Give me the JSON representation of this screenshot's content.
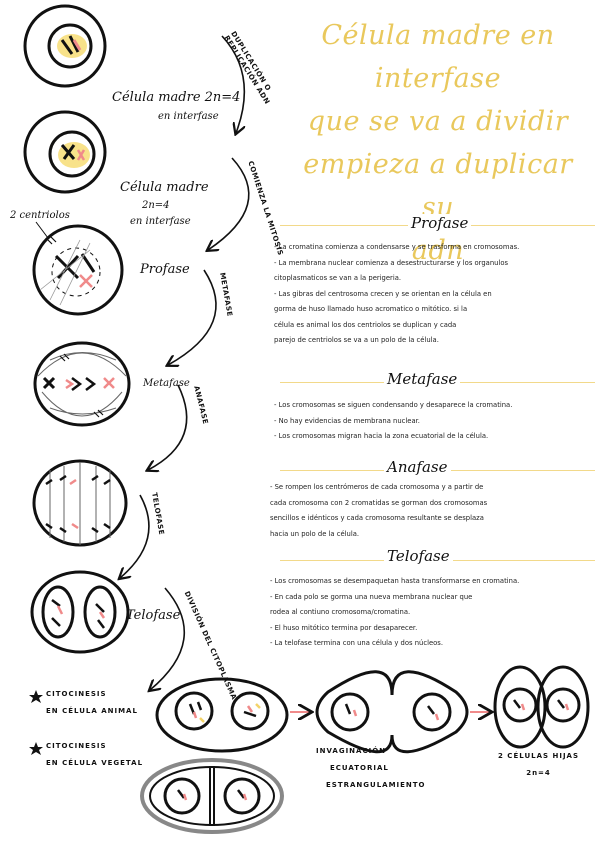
{
  "title": {
    "lines": [
      "Célula madre en interfase",
      "que se va a dividir",
      "empieza a duplicar su",
      "adn"
    ],
    "color": "#e9c85c"
  },
  "labels": {
    "cell1": "Célula madre 2n=4",
    "cell1_sub": "en interfase",
    "cell2": "Célula madre",
    "cell2_n": "2n=4",
    "cell2_sub": "en interfase",
    "centriolos": "2 centriolos",
    "prof": "Profase",
    "meta": "Metafase",
    "tel": "Telofase",
    "arrow1": "DUPLICACIÓN O REPLICACIÓN ADN",
    "arrow2": "COMIENZA LA MITOSIS",
    "arrow3": "METAFASE",
    "arrow4": "ANAFASE",
    "arrow5": "TELOFASE",
    "arrow6": "DIVISIÓN DEL CITOPLASMA",
    "cito_animal": [
      "CITOCINESIS",
      "EN CÉLULA ANIMAL"
    ],
    "cito_vegetal": [
      "CITOCINESIS",
      "EN CÉLULA VEGETAL"
    ],
    "invag": [
      "INVAGINACIÓN",
      "ECUATORIAL",
      "ESTRANGULAMIENTO"
    ],
    "hijas": [
      "2 CÉLULAS HIJAS",
      "2n=4"
    ]
  },
  "sections": {
    "profase": {
      "heading": "Profase",
      "lines": [
        "- La cromatina comienza a condensarse y se trasforma en cromosomas.",
        "- La membrana nuclear comienza a desestructurarse y los organulos",
        "citoplasmaticos se van a la perigeria.",
        "- Las gibras del centrosoma crecen y se orientan en la célula en",
        "gorma de huso llamado huso acromatico o mitótico. si la",
        "célula es animal los dos centriolos se duplican y cada",
        "parejo de centriolos se va a un polo de la célula."
      ]
    },
    "metafase": {
      "heading": "Metafase",
      "lines": [
        "- Los cromosomas se siguen condensando y desaparece la cromatina.",
        "- No hay evidencias de membrana nuclear.",
        "- Los cromosomas migran hacia la zona ecuatorial de la célula."
      ]
    },
    "anafase": {
      "heading": "Anafase",
      "lines": [
        "- Se rompen los centrómeros de cada cromosoma y a partir de",
        "cada cromosoma con 2 cromatidas se gorman dos cromosomas",
        "sencillos e idénticos y cada cromosoma resultante se desplaza",
        "hacia un polo de la célula."
      ]
    },
    "telofase": {
      "heading": "Telofase",
      "lines": [
        "- Los cromosomas se desempaquetan hasta transformarse en cromatina.",
        "- En cada polo se gorma una nueva membrana nuclear que",
        "rodea al contiuno cromosoma/cromatina.",
        "- El huso mitótico termina por desaparecer.",
        "- La telofase termina con una célula y dos núcleos."
      ]
    }
  },
  "colors": {
    "pink": "#f08a8a",
    "yellow": "#f3d46a",
    "line": "#f2d98a"
  }
}
